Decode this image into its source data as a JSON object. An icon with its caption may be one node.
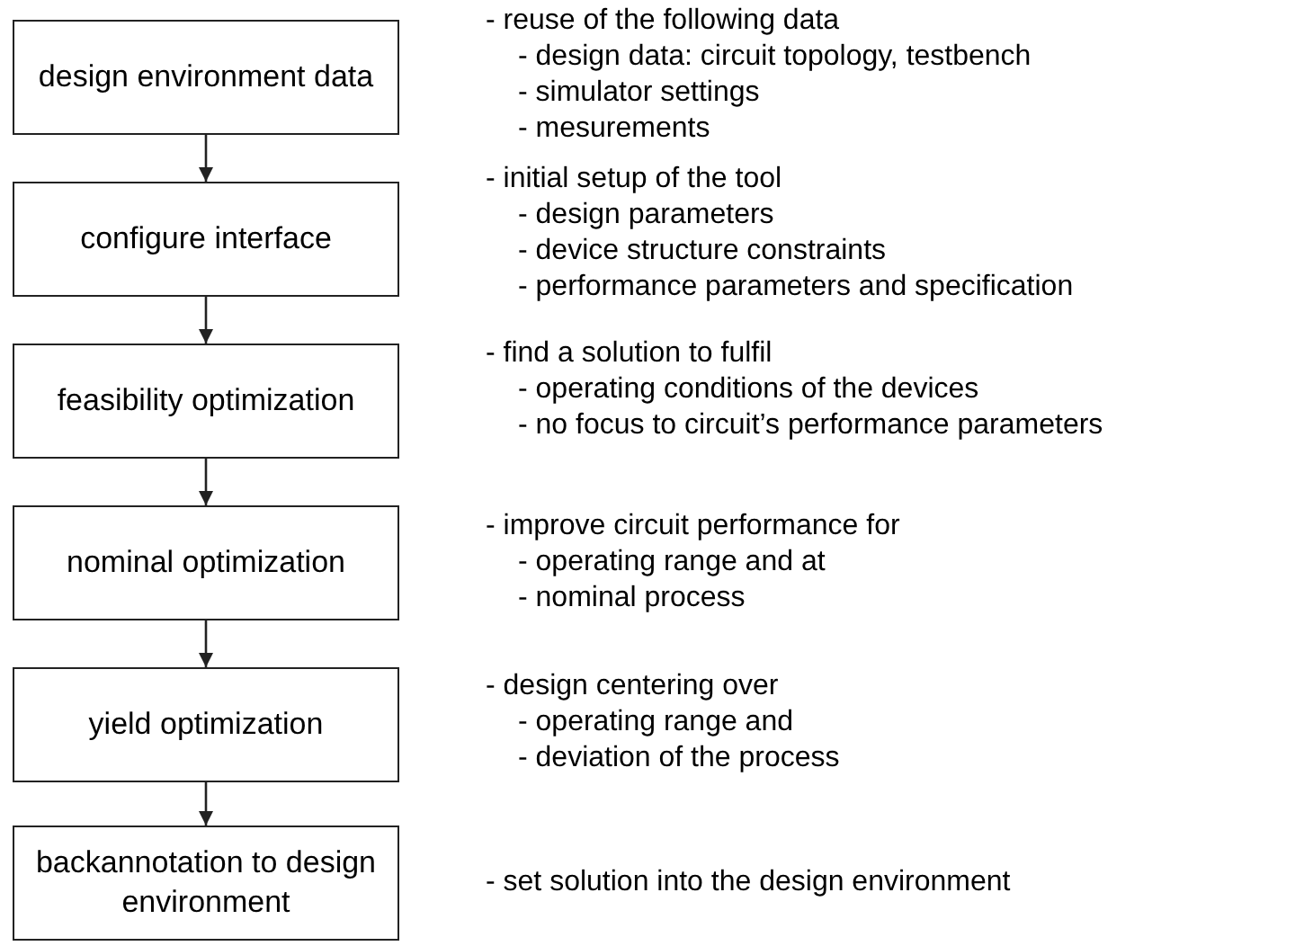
{
  "diagram": {
    "nodes": [
      {
        "text": [
          "design environment data"
        ],
        "beside": [
          "- reuse of the following data",
          "- design data: circuit topology, testbench",
          "- simulator settings",
          "- mesurements"
        ]
      },
      {
        "text": [
          "configure interface"
        ],
        "beside": [
          "- initial setup of the tool",
          "- design parameters",
          "- device structure constraints",
          "- performance parameters and specification"
        ]
      },
      {
        "text": [
          "feasibility optimization"
        ],
        "beside": [
          "- find a solution to fulfil",
          "- operating conditions of the devices",
          "- no focus to circuit’s performance parameters"
        ]
      },
      {
        "text": [
          "nominal optimization"
        ],
        "beside": [
          "- improve circuit performance for",
          "- operating range and at",
          "- nominal process"
        ]
      },
      {
        "text": [
          "yield optimization"
        ],
        "beside": [
          "- design centering over",
          "- operating range and",
          "- deviation of the process"
        ]
      },
      {
        "text": [
          "backannotation to design environment"
        ],
        "beside": [
          "- set solution into the design environment"
        ]
      }
    ],
    "edges": [
      {
        "from": 0,
        "to": 1,
        "arrow": "to"
      },
      {
        "from": 1,
        "to": 2,
        "arrow": "to"
      },
      {
        "from": 2,
        "to": 3,
        "arrow": "to"
      },
      {
        "from": 3,
        "to": 4,
        "arrow": "to"
      },
      {
        "from": 4,
        "to": 5,
        "arrow": "to"
      }
    ]
  }
}
